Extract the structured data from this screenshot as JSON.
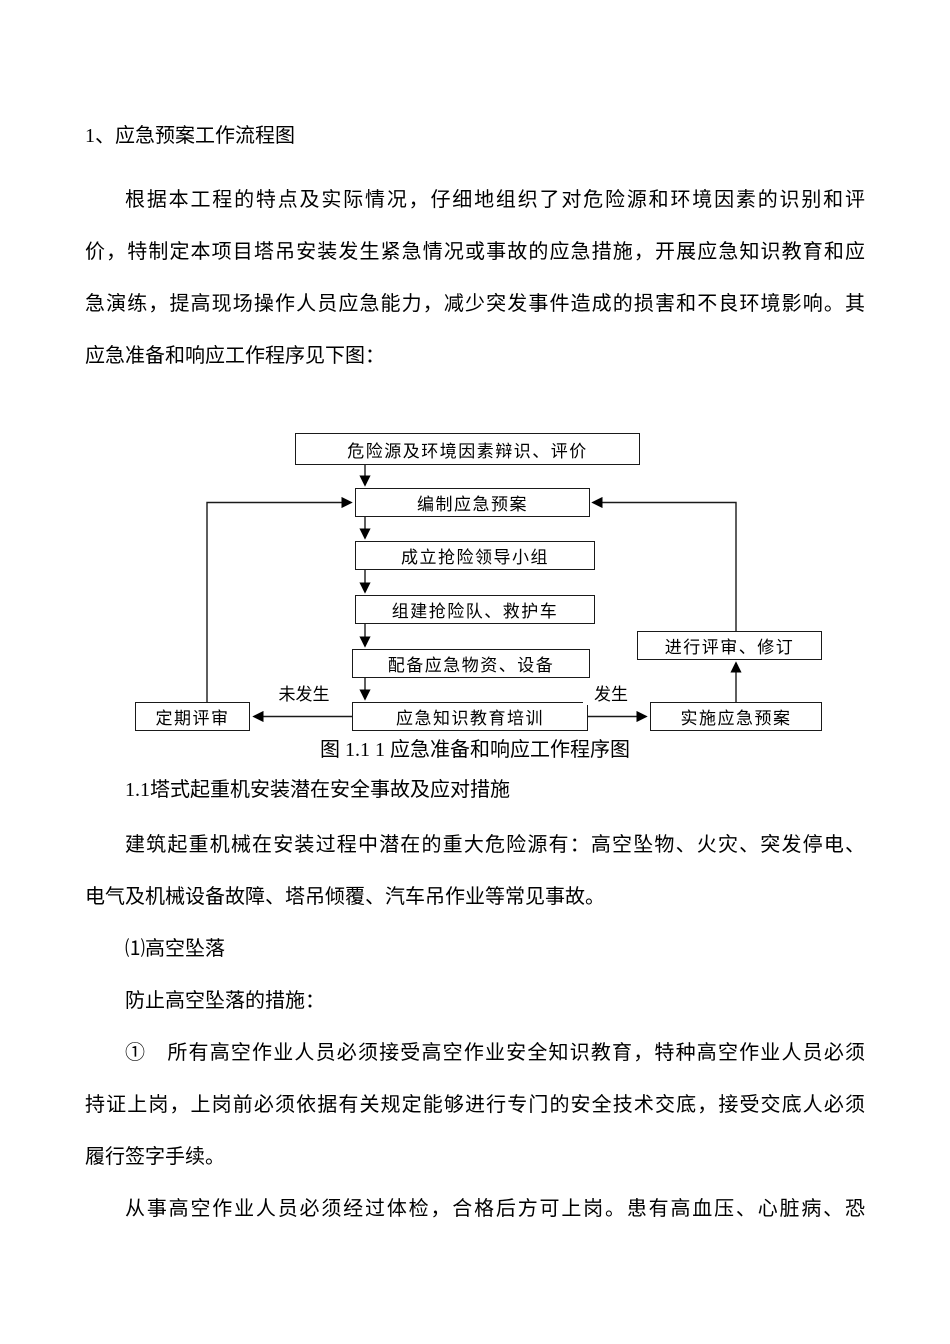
{
  "page": {
    "title": "1、应急预案工作流程图",
    "para1": {
      "lines": [
        "根据本工程的特点及实际情况，仔细地组织了对危险源和环境因素的识别和评",
        "价，特制定本项目塔吊安装发生紧急情况或事故的应急措施，开展应急知识教育和应",
        "急演练，提高现场操作人员应急能力，减少突发事件造成的损害和不良环境影响。其",
        "应急准备和响应工作程序见下图："
      ]
    },
    "flowchart": {
      "boxes": {
        "hazard": "危险源及环境因素辩识、评价",
        "plan": "编制应急预案",
        "team": "成立抢险领导小组",
        "rescue": "组建抢险队、救护车",
        "supplies": "配备应急物资、设备",
        "training": "应急知识教育培训",
        "review": "定期评审",
        "revise": "进行评审、修订",
        "implement": "实施应急预案"
      },
      "labels": {
        "not_happened": "未发生",
        "happened": "发生"
      }
    },
    "caption": "图 1.1 1 应急准备和响应工作程序图",
    "heading2": "1.1塔式起重机安装潜在安全事故及应对措施",
    "para2": {
      "lines": [
        "建筑起重机械在安装过程中潜在的重大危险源有：高空坠物、火灾、突发停电、",
        "电气及机械设备故障、塔吊倾覆、汽车吊作业等常见事故。"
      ]
    },
    "item1": "⑴高空坠落",
    "para3": "防止高空坠落的措施：",
    "para4": {
      "lines": [
        "①　所有高空作业人员必须接受高空作业安全知识教育，特种高空作业人员必须",
        "持证上岗，上岗前必须依据有关规定能够进行专门的安全技术交底，接受交底人必须",
        "履行签字手续。"
      ]
    },
    "para5": "从事高空作业人员必须经过体检，合格后方可上岗。患有高血压、心脏病、恐"
  }
}
